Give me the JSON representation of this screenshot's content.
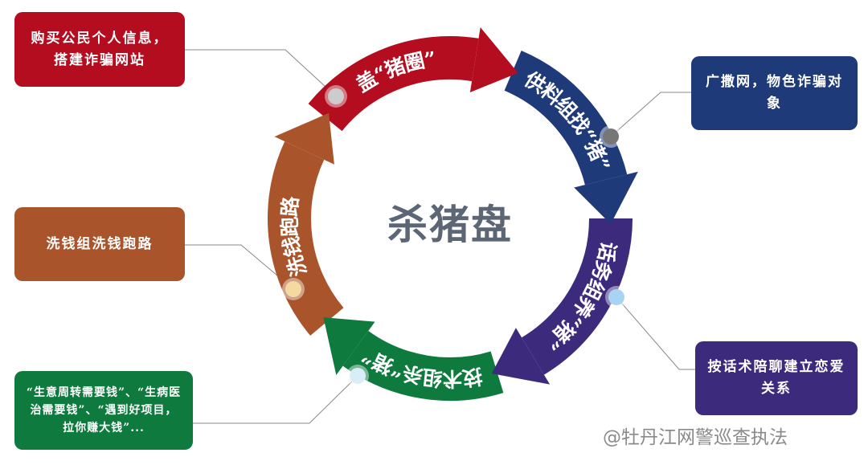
{
  "title": "杀猪盘",
  "watermark": "@牡丹江网警巡查执法",
  "segments": [
    {
      "label": "盖“猪圈”",
      "color": "#b30d1f"
    },
    {
      "label": "供料组找“猪”",
      "color": "#1f3a78"
    },
    {
      "label": "话务组养“猪”",
      "color": "#3c2b7c"
    },
    {
      "label": "技术组杀“猪”",
      "color": "#0e7a3e"
    },
    {
      "label": "洗钱跑路",
      "color": "#a9542a"
    }
  ],
  "boxes": [
    {
      "text": "购买公民个人信息，搭建诈骗网站",
      "color": "#b30d1f"
    },
    {
      "text": "广撒网，物色诈骗对象",
      "color": "#1f3a78"
    },
    {
      "text": "按话术陪聊建立恋爱关系",
      "color": "#3c2b7c"
    },
    {
      "text": "“生意周转需要钱”、“生病医治需要钱”、“遇到好项目，拉你赚大钱”...",
      "color": "#0e7a3e"
    },
    {
      "text": "洗钱组洗钱跑路",
      "color": "#a9542a"
    }
  ]
}
